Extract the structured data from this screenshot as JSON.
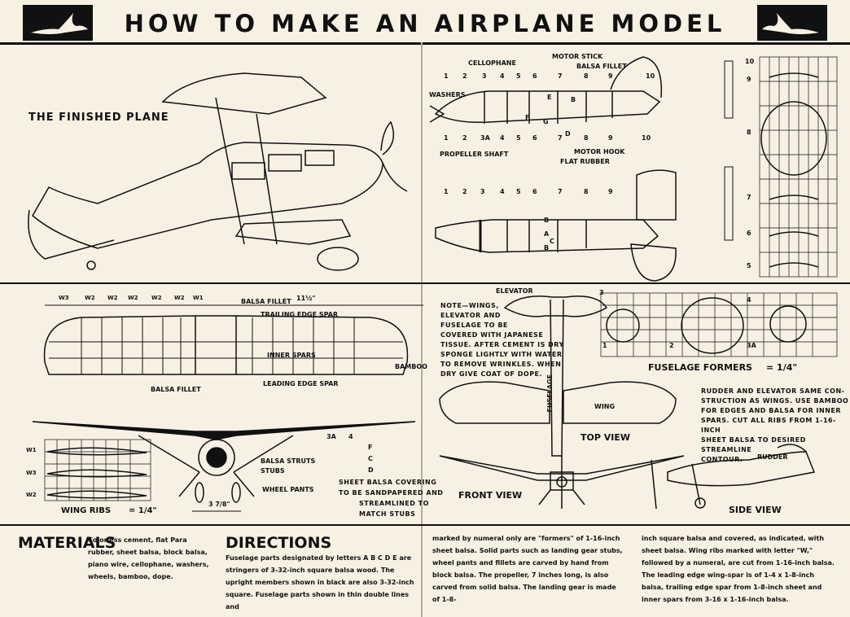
{
  "title": "HOW TO MAKE AN AIRPLANE MODEL",
  "finished_plane": "THE FINISHED PLANE",
  "fuselage_labels": {
    "cellophane": "CELLOPHANE",
    "motor_stick": "MOTOR STICK",
    "balsa_fillet": "BALSA FILLET",
    "washers": "WASHERS",
    "propeller_shaft": "PROPELLER SHAFT",
    "motor_hook": "MOTOR HOOK",
    "flat_rubber": "FLAT RUBBER"
  },
  "top_numbers": [
    "1",
    "2",
    "3",
    "4",
    "5",
    "6",
    "7",
    "8",
    "9",
    "10"
  ],
  "bottom_numbers": [
    "1",
    "2",
    "3A",
    "4",
    "5",
    "6",
    "7",
    "8",
    "9",
    "10"
  ],
  "mid_numbers": [
    "1",
    "2",
    "3",
    "4",
    "5",
    "6",
    "7",
    "8",
    "9"
  ],
  "side_numbers": [
    "10",
    "9",
    "8",
    "7",
    "6",
    "5"
  ],
  "wing_numbers": [
    "W3",
    "W2",
    "W2",
    "W2",
    "W2",
    "W2",
    "W1"
  ],
  "wing_labels": {
    "balsa_fillet": "BALSA FILLET",
    "span": "11½\"",
    "trailing_edge_spar": "TRAILING EDGE SPAR",
    "inner_spars": "INNER SPARS",
    "leading_edge_spar": "LEADING EDGE SPAR",
    "balsa_fillet_2": "BALSA FILLET",
    "bamboo": "BAMBOO"
  },
  "front_labels": {
    "balsa_struts": "BALSA STRUTS",
    "stubs": "STUBS",
    "wheel_pants": "WHEEL PANTS",
    "f": "F",
    "c": "C",
    "d": "D",
    "gear_width": "3 7/8\"",
    "strut_a": "3A",
    "strut_b": "4"
  },
  "sheet_balsa_note": [
    "SHEET BALSA COVERING",
    "TO BE SANDPAPERED AND",
    "STREAMLINED TO",
    "MATCH STUBS"
  ],
  "wing_ribs": "WING RIBS",
  "wing_ribs_scale": "= 1/4\"",
  "rib_labels": [
    "W1",
    "W3",
    "W2"
  ],
  "materials_title": "MATERIALS",
  "materials_text": "Colorless cement, flat Para rubber, sheet balsa, block balsa, piano wire, cellophane, washers, wheels, bamboo, dope.",
  "directions_title": "DIRECTIONS",
  "directions_text_1": "Fuselage parts designated by letters A B C D E are stringers of 3-32-inch square balsa wood. The upright members shown in black are also 3-32-inch square. Fuselage parts shown in thin double lines and",
  "directions_text_2": "marked by numeral only are \"formers\" of 1-16-inch sheet balsa. Solid parts such as landing gear stubs, wheel pants and fillets are carved by hand from block balsa. The propeller, 7 inches long, is also carved from solid balsa. The landing gear is made of 1-8-",
  "directions_text_3": "inch square balsa and covered, as indicated, with sheet balsa. Wing ribs marked with letter \"W,\" followed by a numeral, are cut from 1-16-inch balsa. The leading edge wing-spar is of 1-4 x 1-8-inch balsa, trailing edge spar from 1-8-inch sheet and inner spars from 3-16 x 1-16-inch balsa.",
  "note": [
    "NOTE—WINGS,",
    "ELEVATOR AND",
    "FUSELAGE TO BE",
    "COVERED WITH JAPANESE",
    "TISSUE. AFTER CEMENT IS DRY",
    "SPONGE LIGHTLY WITH WATER",
    "TO REMOVE WRINKLES. WHEN",
    "DRY GIVE COAT OF DOPE."
  ],
  "elevator": "ELEVATOR",
  "fuselage": "FUSELAGE",
  "wing": "WING",
  "top_view": "TOP VIEW",
  "front_view": "FRONT VIEW",
  "side_view": "SIDE VIEW",
  "rudder": "RUDDER",
  "formers_title": "FUSELAGE FORMERS",
  "formers_scale": "= 1/4\"",
  "former_numbers": [
    "3",
    "4",
    "1",
    "2",
    "3A"
  ],
  "rudder_note": [
    "RUDDER AND ELEVATOR SAME CON-",
    "STRUCTION AS WINGS. USE BAMBOO",
    "FOR EDGES AND BALSA FOR INNER",
    "SPARS. CUT ALL RIBS FROM 1-16-INCH",
    "SHEET BALSA TO DESIRED STREAMLINE",
    "CONTOUR."
  ],
  "stringer_letters": [
    "E",
    "F",
    "G",
    "D",
    "B",
    "B",
    "A",
    "B",
    "C"
  ]
}
